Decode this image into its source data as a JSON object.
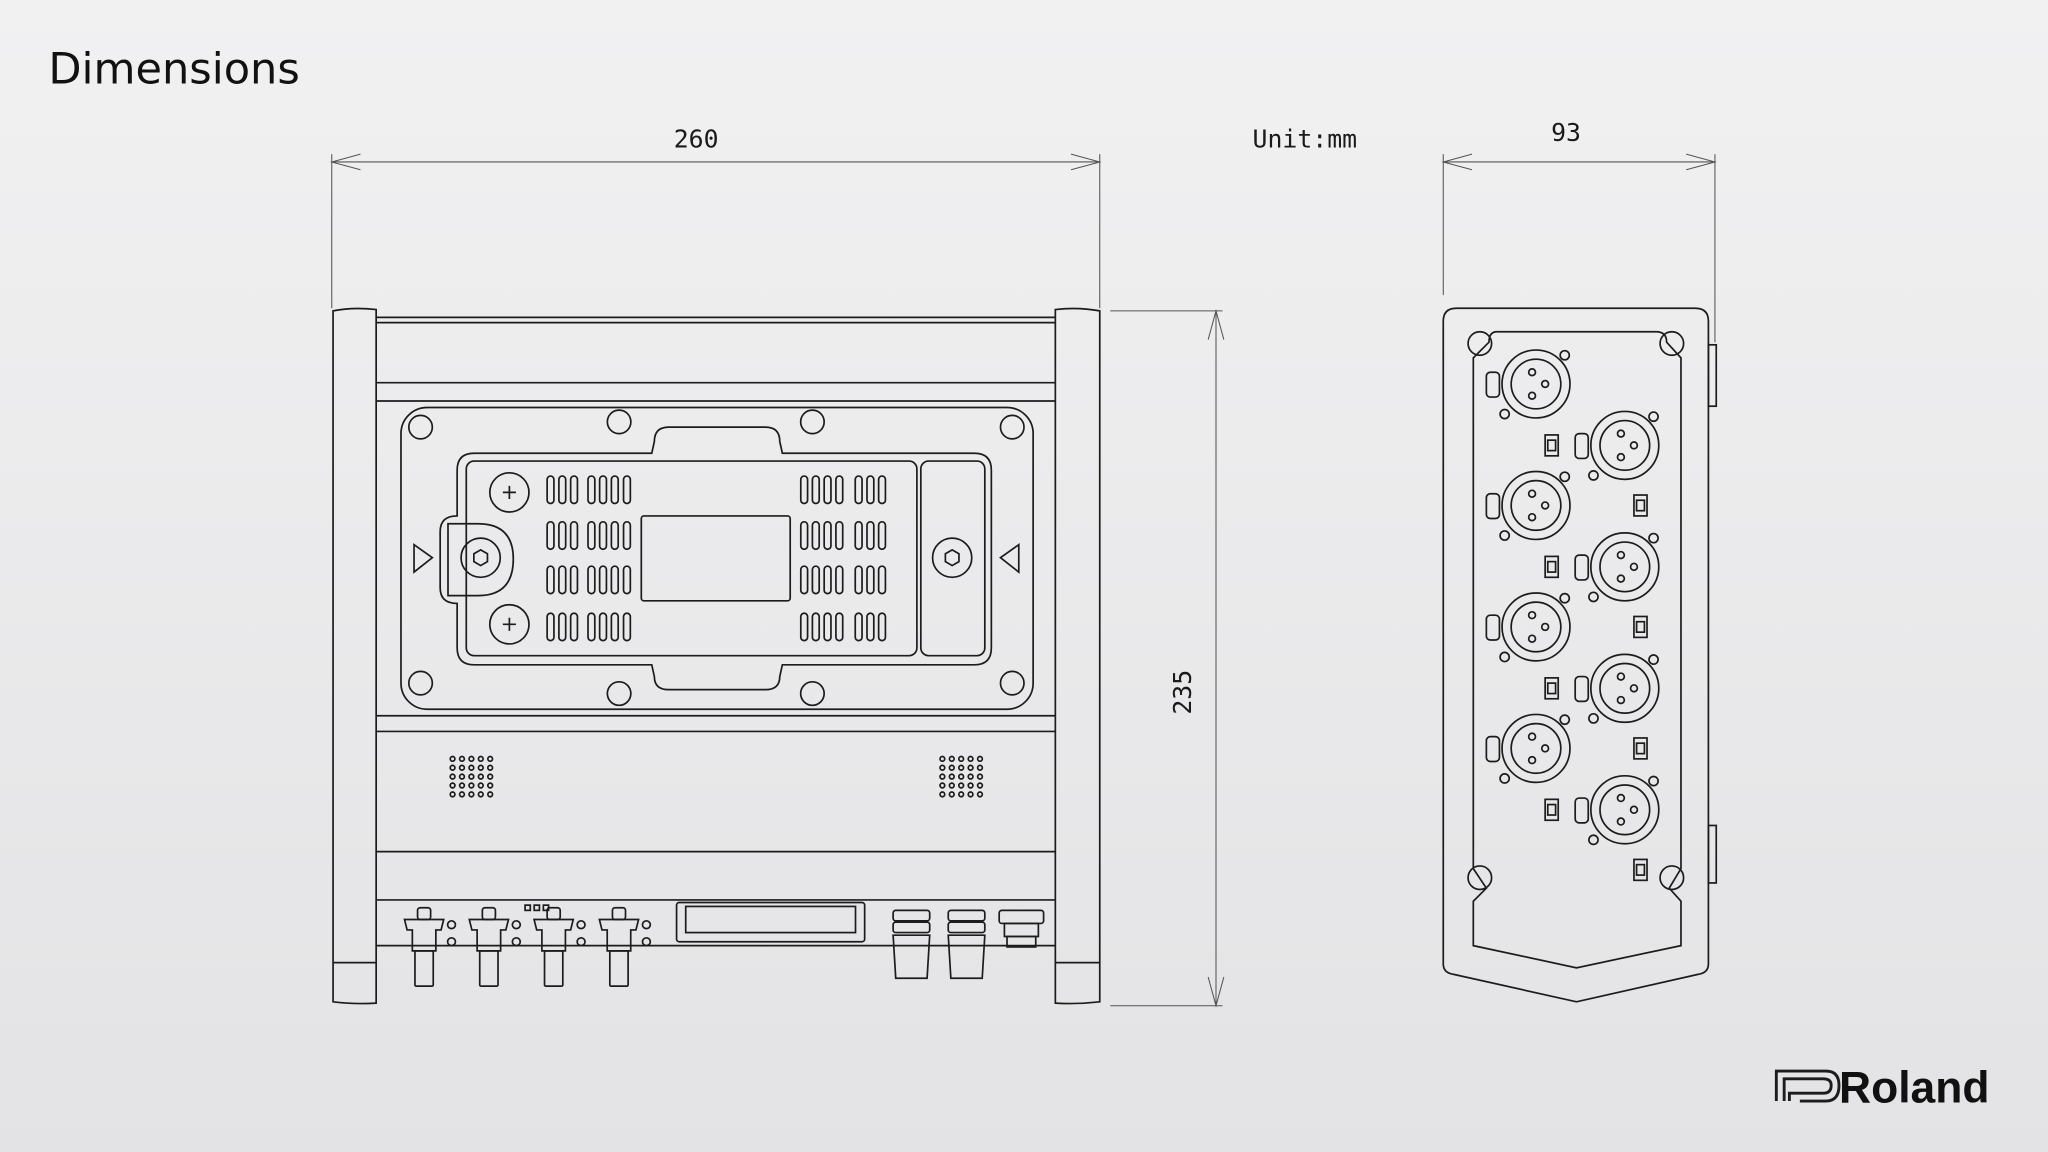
{
  "title": "Dimensions",
  "unit_label": "Unit:mm",
  "dimensions": {
    "width": "260",
    "height": "235",
    "depth": "93"
  },
  "brand": {
    "logo_text": "Roland"
  },
  "views": {
    "front": {
      "xlr_inputs": 4,
      "combo_outputs": 3
    },
    "side": {
      "xlr_connectors": 8
    }
  }
}
